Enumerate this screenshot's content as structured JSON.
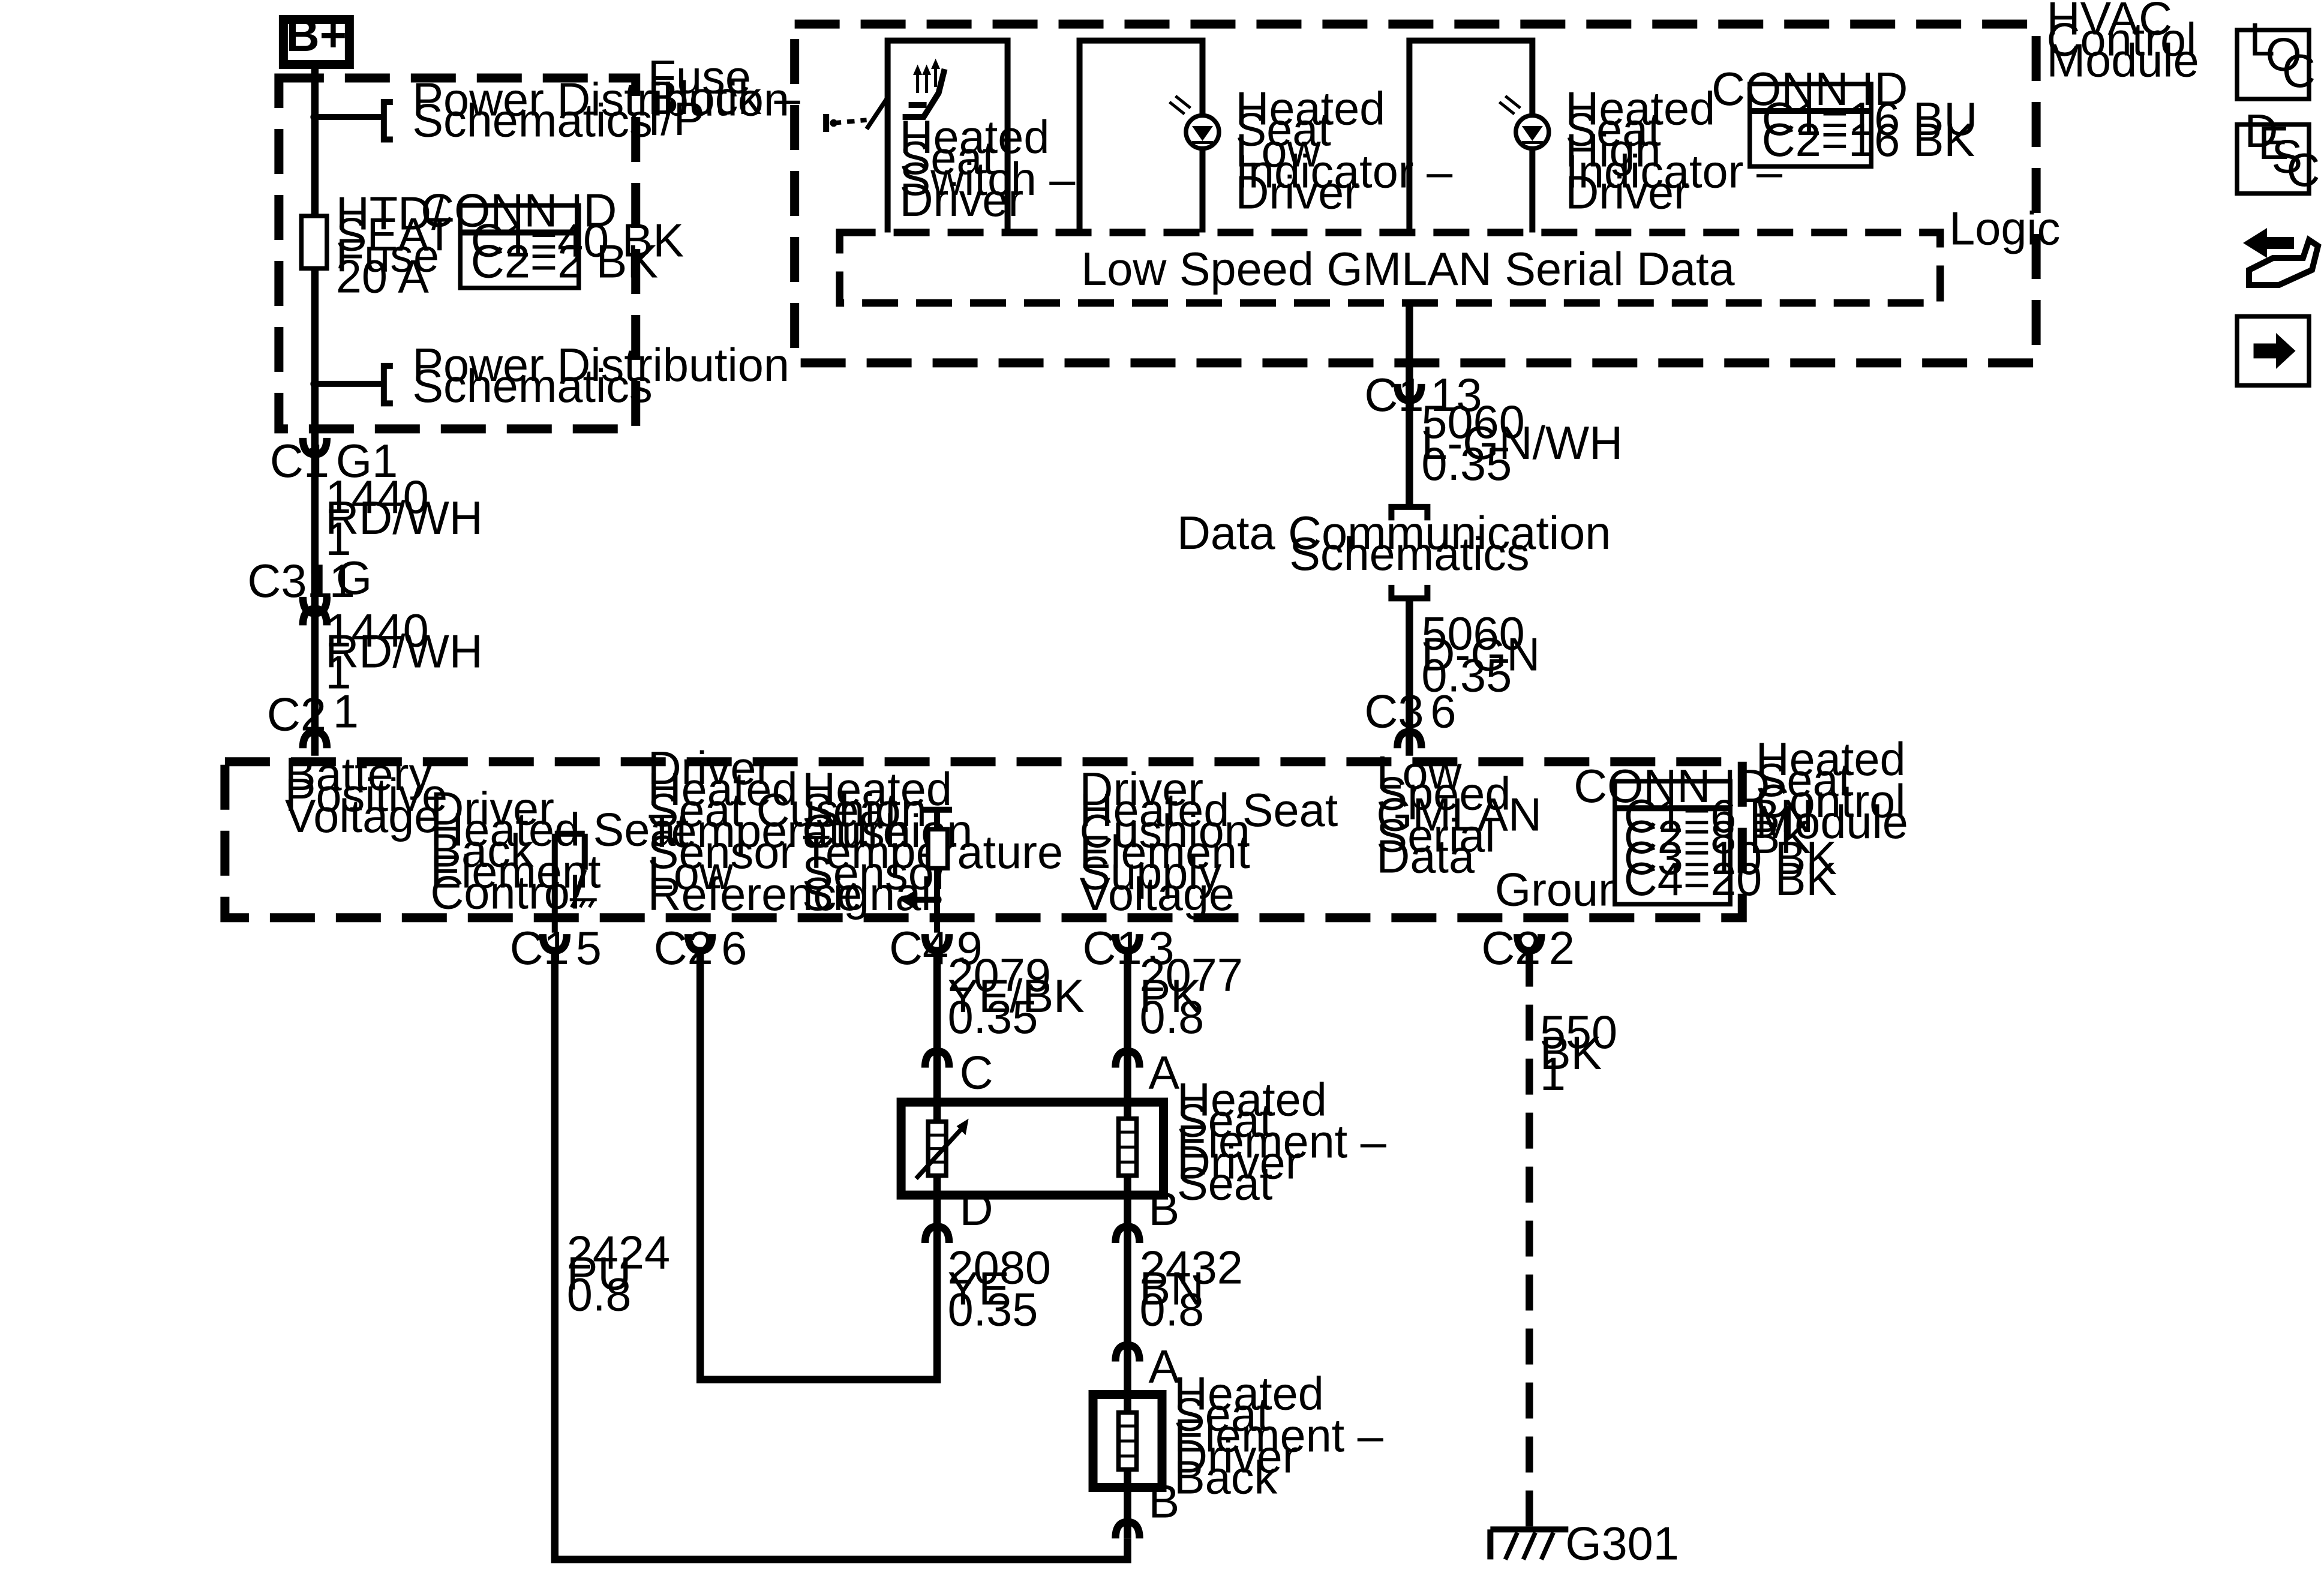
{
  "power_source": {
    "label": "B+"
  },
  "fuse_block": {
    "title_lines": [
      "Fuse",
      "Block –",
      "I/P"
    ],
    "power_dist_top": [
      "Power Distribution",
      "Schematics"
    ],
    "power_dist_bottom": [
      "Power Distribution",
      "Schematics"
    ],
    "fuse_lines": [
      "HTD/",
      "SEAT",
      "Fuse",
      "20 A"
    ],
    "conn_id": {
      "title": "CONN ID",
      "lines": [
        "C1=40 BK",
        "C2=2 BK"
      ]
    }
  },
  "hvac_module": {
    "title_lines": [
      "HVAC",
      "Control",
      "Module"
    ],
    "switch_lines": [
      "Heated",
      "Seat",
      "Switch –",
      "Driver"
    ],
    "low_indicator_lines": [
      "Heated",
      "Seat",
      "Low",
      "Indicator –",
      "Driver"
    ],
    "high_indicator_lines": [
      "Heated",
      "Seat",
      "High",
      "Indicator –",
      "Driver"
    ],
    "logic_label": "Logic",
    "serial_data_label": "Low Speed GMLAN Serial Data",
    "conn_id": {
      "title": "CONN ID",
      "lines": [
        "C1=16 BU",
        "C2=16 BK"
      ]
    }
  },
  "connectors": {
    "c1_g1": {
      "conn": "C1",
      "pin": "G1"
    },
    "c311_g": {
      "conn": "C311",
      "pin": "G"
    },
    "c2_1": {
      "conn": "C2",
      "pin": "1"
    },
    "hvac_c1_13": {
      "conn": "C1",
      "pin": "13"
    },
    "c3_6": {
      "conn": "C3",
      "pin": "6"
    },
    "c1_5": {
      "conn": "C1",
      "pin": "5"
    },
    "c2_6": {
      "conn": "C2",
      "pin": "6"
    },
    "c4_9": {
      "conn": "C4",
      "pin": "9"
    },
    "c1_3": {
      "conn": "C1",
      "pin": "3"
    },
    "c2_2": {
      "conn": "C2",
      "pin": "2"
    },
    "seat_c": {
      "pin": "C"
    },
    "seat_a": {
      "pin": "A"
    },
    "seat_d": {
      "pin": "D"
    },
    "seat_b": {
      "pin": "B"
    },
    "back_a": {
      "pin": "A"
    },
    "back_b": {
      "pin": "B"
    }
  },
  "wires": {
    "w1440_top": [
      "1440",
      "RD/WH",
      "1"
    ],
    "w1440_bottom": [
      "1440",
      "RD/WH",
      "1"
    ],
    "w5060_top": [
      "5060",
      "L-GN/WH",
      "0.35"
    ],
    "w5060_bottom": [
      "5060",
      "D-GN",
      "0.35"
    ],
    "w2079": [
      "2079",
      "YE/BK",
      "0.35"
    ],
    "w2077": [
      "2077",
      "PK",
      "0.8"
    ],
    "w550": [
      "550",
      "BK",
      "1"
    ],
    "w2424": [
      "2424",
      "PU",
      "0.8"
    ],
    "w2080": [
      "2080",
      "YE",
      "0.35"
    ],
    "w2432": [
      "2432",
      "BN",
      "0.8"
    ]
  },
  "data_comm": {
    "lines": [
      "Data Communication",
      "Schematics"
    ]
  },
  "heated_seat_module": {
    "title_lines": [
      "Heated",
      "Seat",
      "Control",
      "Module"
    ],
    "battery_lines": [
      "Battery",
      "Positive",
      "Voltage"
    ],
    "back_control_lines": [
      "Driver",
      "Heated Seat",
      "Back",
      "Element",
      "Control"
    ],
    "temp_low_ref_lines": [
      "Driver",
      "Heated",
      "Seat Cushion",
      "Temperature",
      "Sensor",
      "Low",
      "Reference"
    ],
    "temp_signal_lines": [
      "Heated",
      "Seat",
      "Cushion",
      "Temperature",
      "Sensor",
      "Signal"
    ],
    "supply_lines": [
      "Driver",
      "Heated Seat",
      "Cushion",
      "Element",
      "Supply",
      "Voltage"
    ],
    "gmlan_lines": [
      "Low",
      "Speed",
      "GMLAN",
      "Serial",
      "Data"
    ],
    "ground_label": "Ground",
    "conn_id": {
      "title": "CONN ID",
      "lines": [
        "C1=6 BN",
        "C2=8 BK",
        "C3=10 BK",
        "C4=20 BK"
      ]
    }
  },
  "seat_element": {
    "lines": [
      "Heated",
      "Seat",
      "Element –",
      "Driver",
      "Seat"
    ]
  },
  "back_element": {
    "lines": [
      "Heated",
      "Seat",
      "Element –",
      "Driver",
      "Back"
    ]
  },
  "ground": {
    "label": "G301"
  },
  "side_icons": {
    "loc": {
      "icon": "loc-icon",
      "letters": [
        "L",
        "O",
        "C"
      ]
    },
    "desc": {
      "icon": "desc-icon",
      "letters": [
        "D",
        "E",
        "S",
        "C"
      ]
    },
    "connector_view": {
      "icon": "connector-end-view-icon"
    },
    "next_page": {
      "icon": "arrow-right-icon"
    }
  }
}
